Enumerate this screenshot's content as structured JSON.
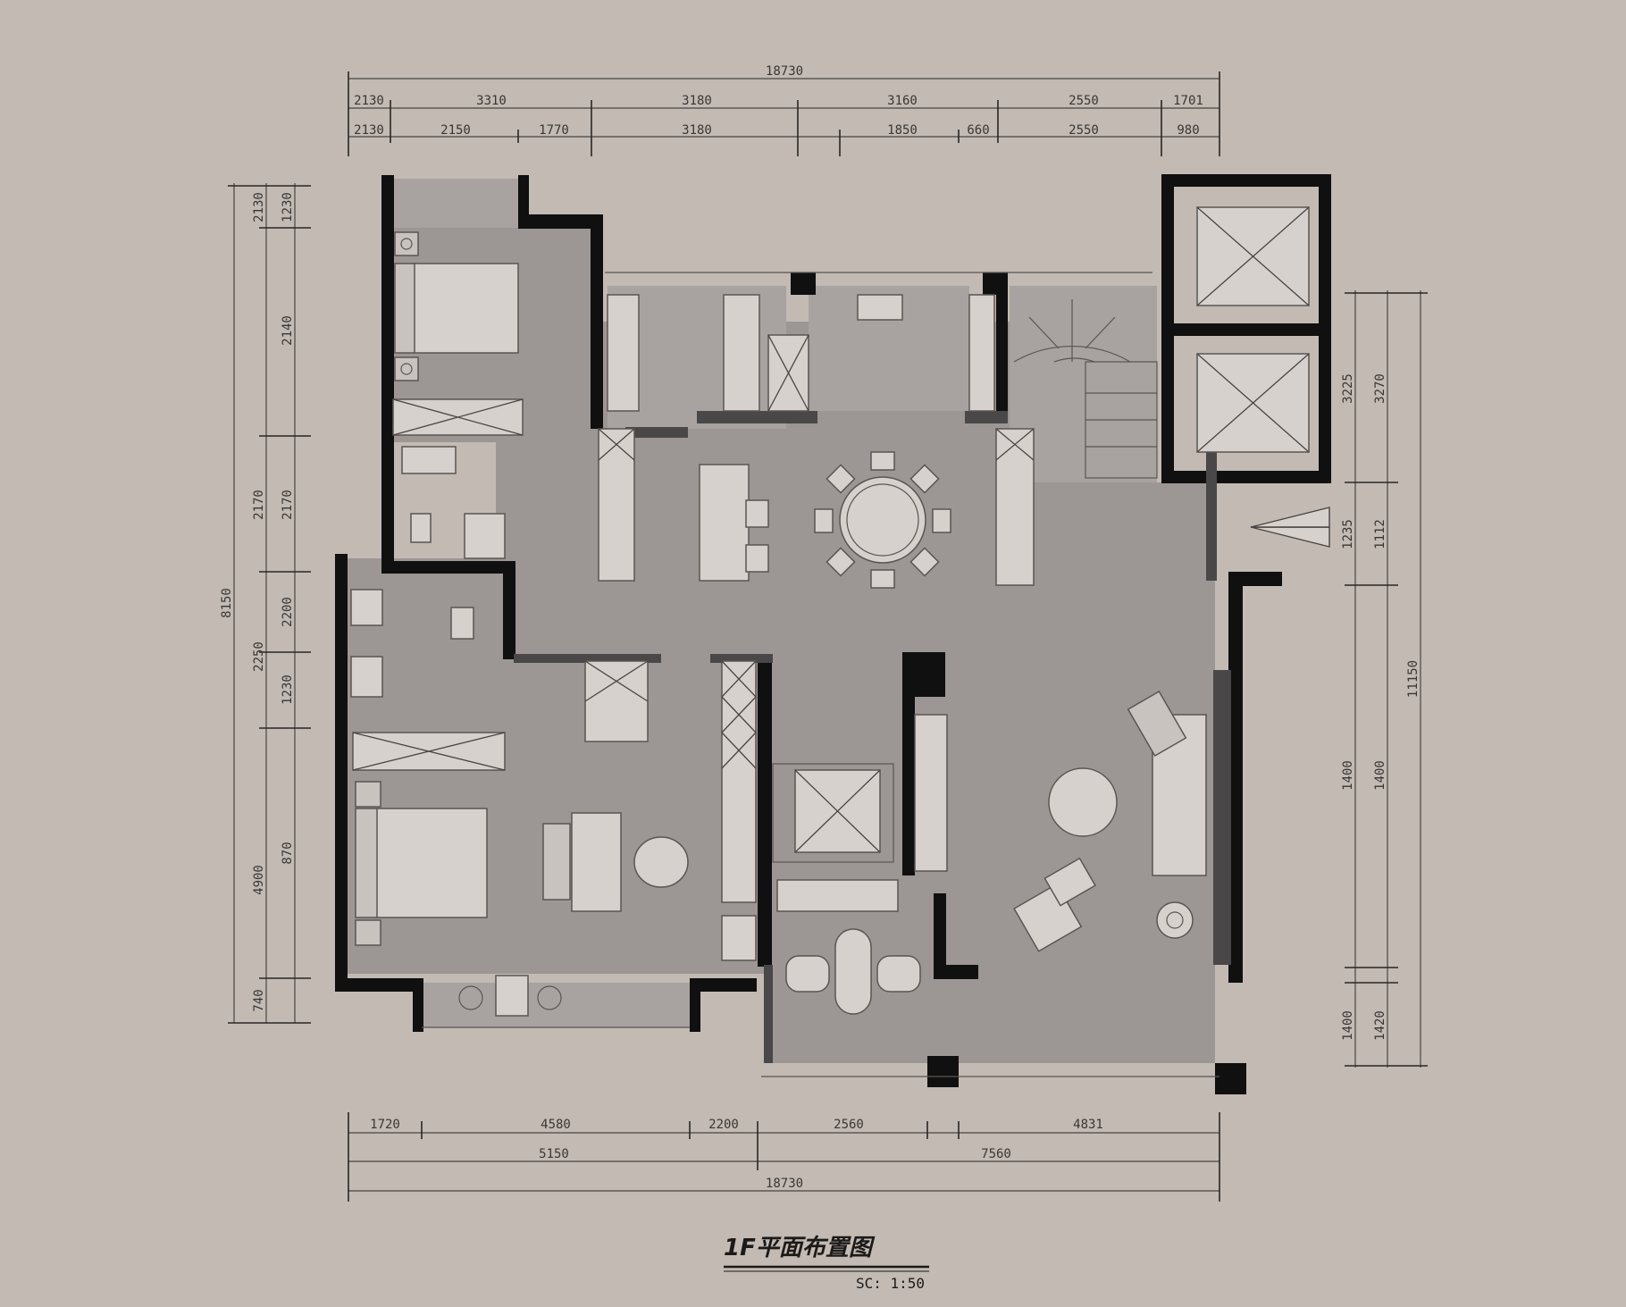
{
  "drawing": {
    "title": "1F平面布置图",
    "scale": "SC: 1:50"
  },
  "dimensions": {
    "top_total": "18730",
    "top_row1": [
      "2130",
      "3310",
      "3180",
      "3160",
      "2550",
      "1701"
    ],
    "top_row2": [
      "2130",
      "2150",
      "1770",
      "3180",
      "1850",
      "660",
      "2550",
      "980"
    ],
    "bottom_row1": [
      "1720",
      "4580",
      "2200",
      "2560",
      "4831"
    ],
    "bottom_row2": [
      "5150",
      "7560"
    ],
    "bottom_total": "18730",
    "left_outer": [
      "8150"
    ],
    "left_mid": [
      "2130",
      "2170",
      "2250",
      "4900",
      "740"
    ],
    "left_inner": [
      "1230",
      "2140",
      "2170",
      "2200",
      "1230",
      "870"
    ],
    "right_outer": [
      "11150"
    ],
    "right_mid": [
      "3225",
      "1235",
      "1400",
      "1400"
    ],
    "right_inner": [
      "3270",
      "1112",
      "1400",
      "1420"
    ]
  },
  "colors": {
    "background": "#c2bab3",
    "floor": "#9c9694",
    "wall": "#101010",
    "furniture": "#c9c3bf"
  }
}
